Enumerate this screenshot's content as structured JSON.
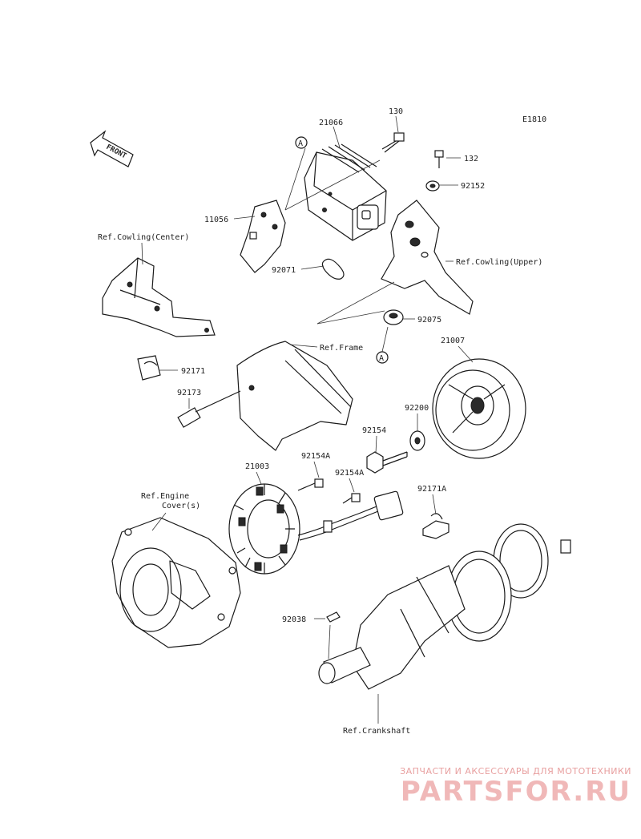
{
  "diagram_code": "E1810",
  "front_arrow_label": "FRONT",
  "ref_labels": {
    "cowling_center": "Ref.Cowling(Center)",
    "cowling_upper": "Ref.Cowling(Upper)",
    "frame": "Ref.Frame",
    "engine_covers_line1": "Ref.Engine",
    "engine_covers_line2": "Cover(s)",
    "crankshaft": "Ref.Crankshaft"
  },
  "callout_letter": "A",
  "parts": {
    "p130": "130",
    "p21066": "21066",
    "p132": "132",
    "p92152": "92152",
    "p11056": "11056",
    "p92071": "92071",
    "p92075": "92075",
    "p21007": "21007",
    "p92171": "92171",
    "p92173": "92173",
    "p92200": "92200",
    "p92154": "92154",
    "p92154a_1": "92154A",
    "p21003": "21003",
    "p92154a_2": "92154A",
    "p92171a": "92171A",
    "p92038": "92038"
  },
  "watermark": {
    "tagline": "ЗАПЧАСТИ И АКСЕССУАРЫ ДЛЯ МОТОТЕХНИКИ",
    "logo": "PARTSFOR.RU",
    "color": "#e8a0a0"
  }
}
